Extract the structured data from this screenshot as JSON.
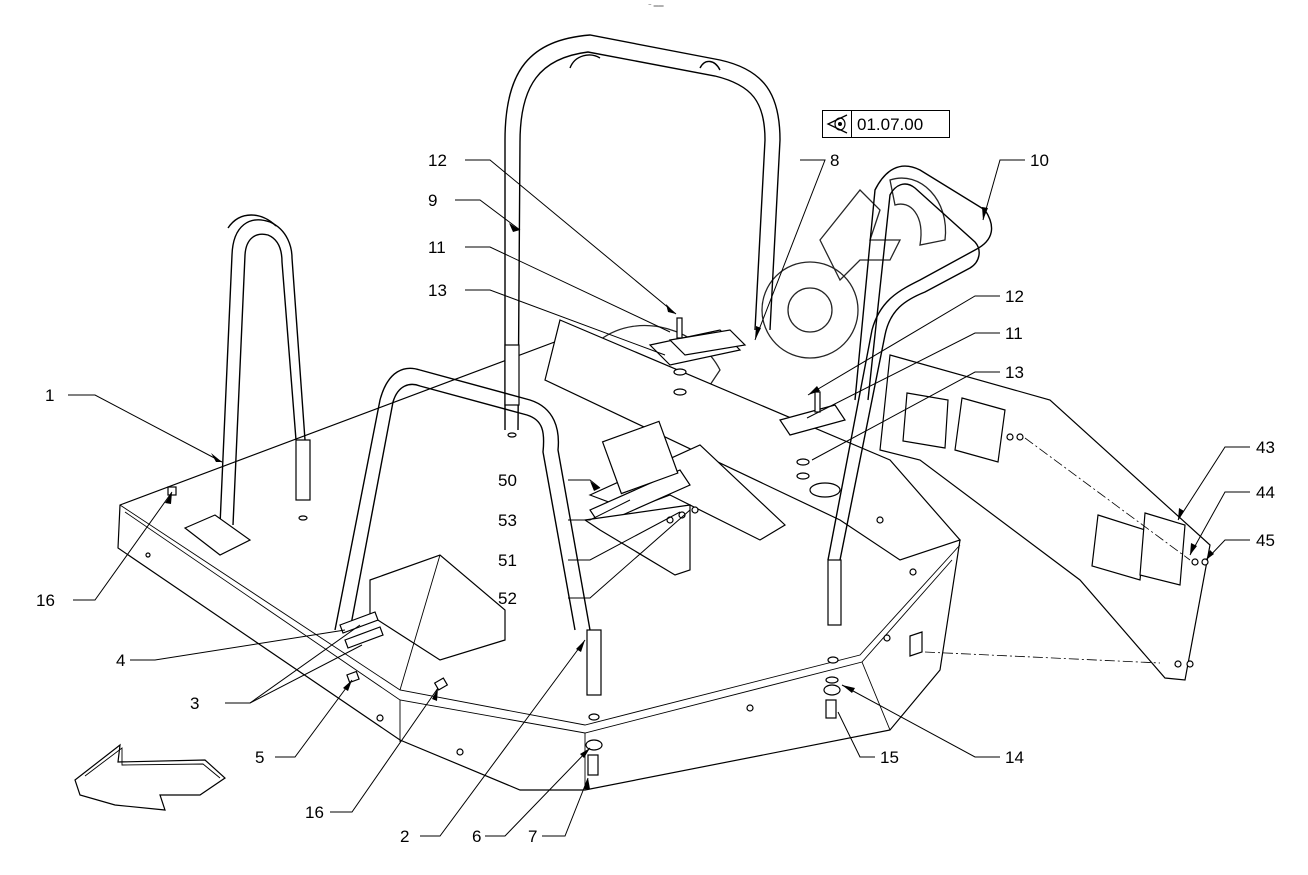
{
  "figure": {
    "view_reference": "01.07.00",
    "page_mark": "⁼ ══",
    "icons": [
      "view-eye-icon",
      "direction-arrow-icon"
    ]
  },
  "callouts": [
    {
      "id": "c1",
      "label": "1"
    },
    {
      "id": "c2",
      "label": "2"
    },
    {
      "id": "c3",
      "label": "3"
    },
    {
      "id": "c4",
      "label": "4"
    },
    {
      "id": "c5",
      "label": "5"
    },
    {
      "id": "c6",
      "label": "6"
    },
    {
      "id": "c7",
      "label": "7"
    },
    {
      "id": "c8",
      "label": "8"
    },
    {
      "id": "c9",
      "label": "9"
    },
    {
      "id": "c10",
      "label": "10"
    },
    {
      "id": "c11a",
      "label": "11"
    },
    {
      "id": "c11b",
      "label": "11"
    },
    {
      "id": "c12a",
      "label": "12"
    },
    {
      "id": "c12b",
      "label": "12"
    },
    {
      "id": "c13a",
      "label": "13"
    },
    {
      "id": "c13b",
      "label": "13"
    },
    {
      "id": "c14",
      "label": "14"
    },
    {
      "id": "c15",
      "label": "15"
    },
    {
      "id": "c16a",
      "label": "16"
    },
    {
      "id": "c16b",
      "label": "16"
    },
    {
      "id": "c43",
      "label": "43"
    },
    {
      "id": "c44",
      "label": "44"
    },
    {
      "id": "c45",
      "label": "45"
    },
    {
      "id": "c50",
      "label": "50"
    },
    {
      "id": "c51",
      "label": "51"
    },
    {
      "id": "c52",
      "label": "52"
    },
    {
      "id": "c53",
      "label": "53"
    }
  ]
}
